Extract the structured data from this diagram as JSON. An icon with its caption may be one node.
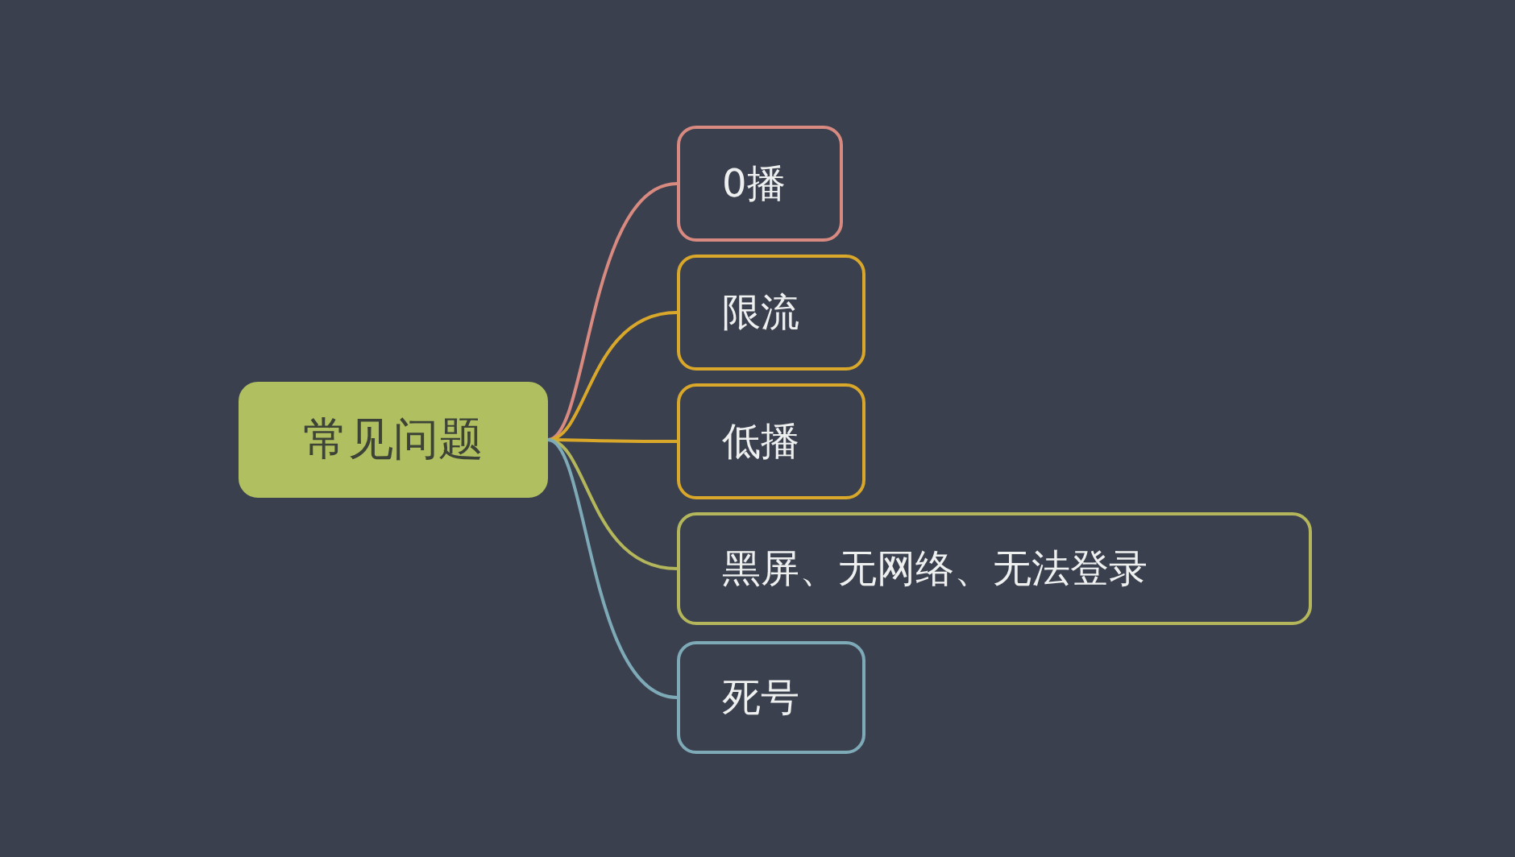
{
  "diagram": {
    "nodes": [
      {
        "text": [
          "常见问题"
        ]
      },
      {
        "text": [
          "0播"
        ]
      },
      {
        "text": [
          "限流"
        ]
      },
      {
        "text": [
          "低播"
        ]
      },
      {
        "text": [
          "黑屏、无网络、无法登录"
        ]
      },
      {
        "text": [
          "死号"
        ]
      }
    ],
    "edges": [
      {
        "from": 0,
        "to": 1,
        "arrow": "none",
        "color": "#d98a80"
      },
      {
        "from": 0,
        "to": 2,
        "arrow": "none",
        "color": "#d9a82a"
      },
      {
        "from": 0,
        "to": 3,
        "arrow": "none",
        "color": "#d9a82a"
      },
      {
        "from": 0,
        "to": 4,
        "arrow": "none",
        "color": "#b3b65a"
      },
      {
        "from": 0,
        "to": 5,
        "arrow": "none",
        "color": "#7eaab8"
      }
    ]
  }
}
